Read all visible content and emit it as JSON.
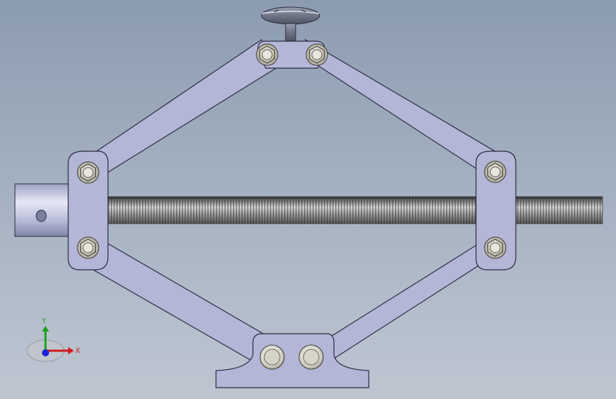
{
  "view": {
    "background_top": "#8c9cb0",
    "background_bottom": "#bfc6d2",
    "part_color": "#b3b6d6",
    "part_edge": "#2a2c40",
    "thread_color": "#8a8a8a"
  },
  "triad": {
    "x_label": "X",
    "y_label": "Y",
    "x_color": "#d11a1a",
    "y_color": "#1aa01a",
    "z_color": "#1a24d1"
  },
  "model": {
    "parts": [
      "saddle",
      "upper-left-arm",
      "upper-right-arm",
      "lower-left-arm",
      "lower-right-arm",
      "left-trunnion",
      "right-trunnion",
      "lead-screw",
      "drive-collar",
      "base"
    ]
  }
}
